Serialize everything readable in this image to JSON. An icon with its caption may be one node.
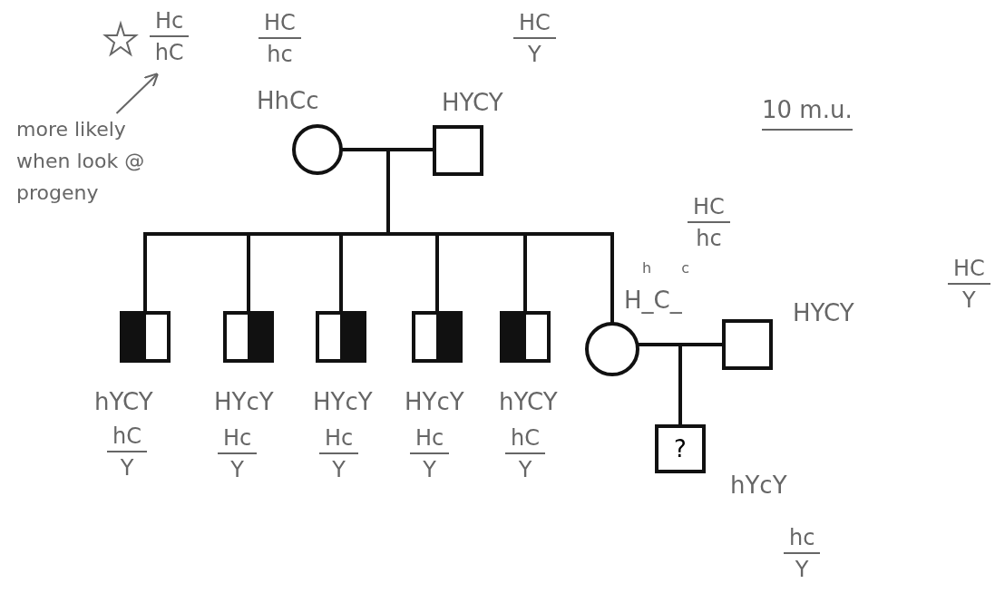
{
  "diagram": {
    "nodes": [
      {
        "text": [],
        "shape": "circle",
        "beside": [
          "HhCc"
        ]
      },
      {
        "text": [],
        "shape": "box",
        "beside": [
          "HYCY"
        ]
      },
      {
        "text": [],
        "shape": "box",
        "beside": [
          "hYCY",
          "hC",
          "Y"
        ]
      },
      {
        "text": [],
        "shape": "box",
        "beside": [
          "HYcY",
          "Hc",
          "Y"
        ]
      },
      {
        "text": [],
        "shape": "box",
        "beside": [
          "HYcY",
          "Hc",
          "Y"
        ]
      },
      {
        "text": [],
        "shape": "box",
        "beside": [
          "HYcY",
          "Hc",
          "Y"
        ]
      },
      {
        "text": [],
        "shape": "box",
        "beside": [
          "hYCY",
          "hC",
          "Y"
        ]
      },
      {
        "text": [],
        "shape": "circle",
        "beside": [
          "HC",
          "hc",
          "h c",
          "H_C_"
        ]
      },
      {
        "text": [],
        "shape": "box",
        "beside": [
          "HYCY"
        ]
      },
      {
        "text": [
          "?"
        ],
        "beside": [
          "hYcY",
          "hc",
          "Y"
        ]
      },
      {
        "text": [
          "more likely when look @ progeny"
        ]
      },
      {
        "text": [
          "Hc",
          "hC"
        ]
      }
    ],
    "edges": [
      {
        "from": 0,
        "to": 1,
        "arrow": "none"
      },
      {
        "from": 0,
        "to": 2,
        "arrow": "none"
      },
      {
        "from": 0,
        "to": 3,
        "arrow": "none"
      },
      {
        "from": 0,
        "to": 4,
        "arrow": "none"
      },
      {
        "from": 0,
        "to": 5,
        "arrow": "none"
      },
      {
        "from": 0,
        "to": 6,
        "arrow": "none"
      },
      {
        "from": 0,
        "to": 7,
        "arrow": "none"
      },
      {
        "from": 1,
        "to": 2,
        "arrow": "none"
      },
      {
        "from": 1,
        "to": 3,
        "arrow": "none"
      },
      {
        "from": 1,
        "to": 4,
        "arrow": "none"
      },
      {
        "from": 1,
        "to": 5,
        "arrow": "none"
      },
      {
        "from": 1,
        "to": 6,
        "arrow": "none"
      },
      {
        "from": 1,
        "to": 7,
        "arrow": "none"
      },
      {
        "from": 7,
        "to": 8,
        "arrow": "none"
      },
      {
        "from": 7,
        "to": 9,
        "arrow": "none"
      },
      {
        "from": 8,
        "to": 9,
        "arrow": "none"
      },
      {
        "from": 10,
        "to": 11,
        "arrow": "to"
      }
    ],
    "labels": [
      "HC",
      "hc",
      "HC",
      "Y",
      "10 m.u.",
      "HC",
      "Y"
    ]
  }
}
